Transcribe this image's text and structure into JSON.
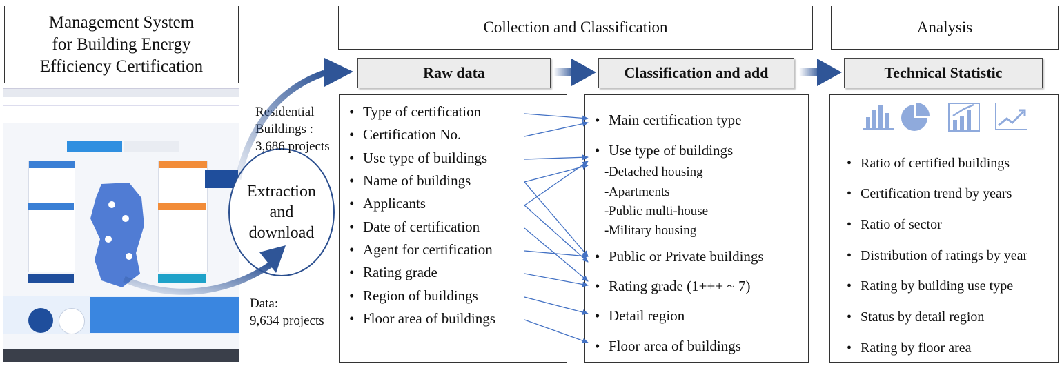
{
  "system_title": [
    "Management System",
    "for Building Energy",
    "Efficiency Certification"
  ],
  "section_collection": "Collection and Classification",
  "section_analysis": "Analysis",
  "raw_data": {
    "header": "Raw data",
    "items": [
      "Type of certification",
      "Certification No.",
      "Use type of buildings",
      "Name of buildings",
      "Applicants",
      "Date of certification",
      "Agent for certification",
      "Rating grade",
      "Region of buildings",
      "Floor area of buildings"
    ]
  },
  "classification": {
    "header": "Classification and add",
    "main_cert": "Main certification type",
    "use_type": "Use type of buildings",
    "sub_items": [
      "Detached housing",
      "Apartments",
      "Public multi-house",
      "Military housing"
    ],
    "public_private": "Public or Private buildings",
    "rating_grade": "Rating grade (1+++ ~ 7)",
    "detail_region": "Detail region",
    "floor_area": "Floor area of buildings"
  },
  "technical": {
    "header": "Technical Statistic",
    "items": [
      "Ratio of certified buildings",
      "Certification trend by years",
      "Ratio of sector",
      "Distribution of ratings by year",
      "Rating by building use type",
      "Status by detail region",
      "Rating by floor area"
    ]
  },
  "residential": [
    "Residential",
    "Buildings :",
    "3,686  projects"
  ],
  "extraction": [
    "Extraction",
    "and",
    "download"
  ],
  "data_count": [
    "Data:",
    "9,634  projects"
  ],
  "icons": [
    "bar-chart-icon",
    "pie-chart-icon",
    "growth-chart-icon",
    "line-trend-icon"
  ],
  "colors": {
    "arrow": "#2f5597",
    "icon": "#8faadc",
    "connector": "#4472c4"
  }
}
